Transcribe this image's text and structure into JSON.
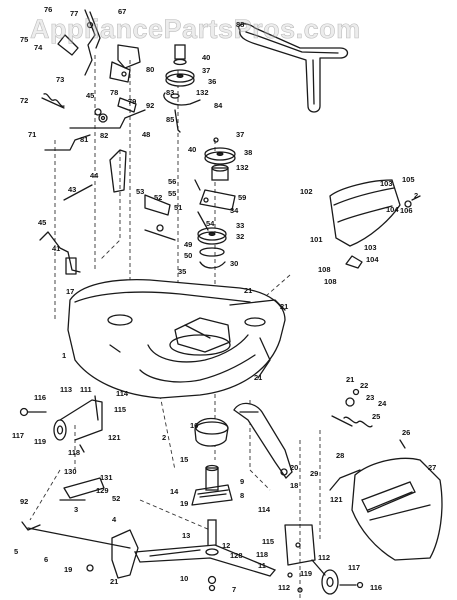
{
  "watermark": "AppliancePartsPros.com",
  "callouts": {
    "c1": "76",
    "c2": "77",
    "c3": "67",
    "c4": "75",
    "c5": "74",
    "c6": "73",
    "c7": "88",
    "c8": "40",
    "c9": "37",
    "c10": "36",
    "c11": "80",
    "c12": "78",
    "c13": "79",
    "c14": "92",
    "c15": "83",
    "c16": "132",
    "c17": "84",
    "c18": "72",
    "c19": "45",
    "c20": "81",
    "c21": "82",
    "c22": "85",
    "c23": "71",
    "c24": "48",
    "c25": "37",
    "c26": "40",
    "c27": "38",
    "c28": "132",
    "c29": "44",
    "c30": "56",
    "c31": "55",
    "c32": "59",
    "c33": "51",
    "c34": "34",
    "c35": "53",
    "c36": "52",
    "c37": "54",
    "c38": "33",
    "c39": "32",
    "c40": "30",
    "c41": "49",
    "c42": "50",
    "c43": "35",
    "c44": "43",
    "c45": "45",
    "c46": "41",
    "c47": "21",
    "c48": "21",
    "c49": "17",
    "c50": "1",
    "c51": "21",
    "c52": "102",
    "c53": "103",
    "c54": "105",
    "c55": "2",
    "c56": "101",
    "c57": "104",
    "c58": "106",
    "c59": "103",
    "c60": "104",
    "c61": "108",
    "c62": "108",
    "c63": "113",
    "c64": "111",
    "c65": "114",
    "c66": "116",
    "c67": "115",
    "c68": "117",
    "c69": "119",
    "c70": "118",
    "c71": "121",
    "c72": "2",
    "c73": "16",
    "c74": "21",
    "c75": "22",
    "c76": "23",
    "c77": "24",
    "c78": "25",
    "c79": "26",
    "c80": "28",
    "c81": "27",
    "c82": "29",
    "c83": "20",
    "c84": "15",
    "c85": "130",
    "c86": "131",
    "c87": "129",
    "c88": "52",
    "c89": "92",
    "c90": "3",
    "c91": "14",
    "c92": "9",
    "c93": "8",
    "c94": "19",
    "c95": "18",
    "c96": "121",
    "c97": "114",
    "c98": "4",
    "c99": "5",
    "c100": "6",
    "c101": "19",
    "c102": "21",
    "c103": "13",
    "c104": "12",
    "c105": "128",
    "c106": "11",
    "c107": "10",
    "c108": "7",
    "c109": "115",
    "c110": "118",
    "c111": "112",
    "c112": "119",
    "c113": "117",
    "c114": "116",
    "c115": "112"
  }
}
